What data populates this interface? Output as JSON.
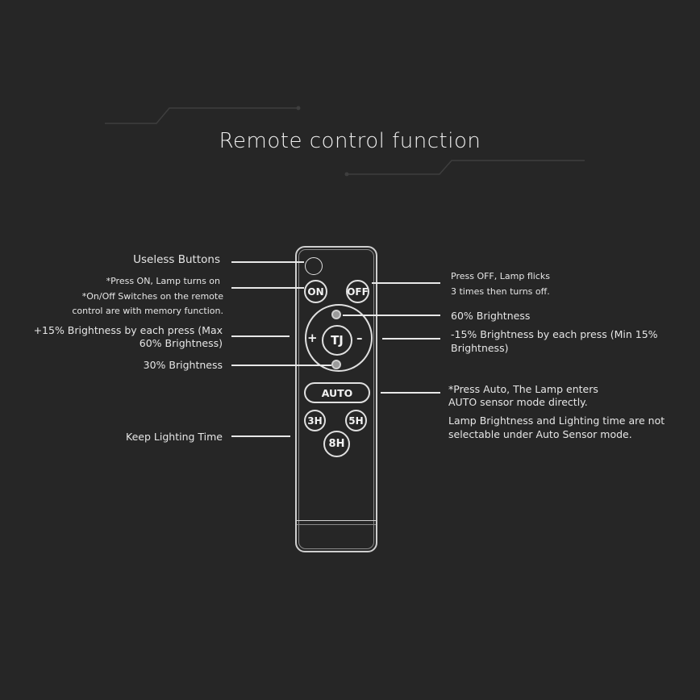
{
  "title": "Remote control function",
  "remote": {
    "buttons": {
      "useless": "",
      "on": "ON",
      "off": "OFF",
      "center": "TJ",
      "plus": "+",
      "minus": "–",
      "auto": "AUTO",
      "h3": "3H",
      "h5": "5H",
      "h8": "8H"
    }
  },
  "labels_left": {
    "useless": "Useless Buttons",
    "on_1": "*Press ON, Lamp turns on",
    "on_2": "*On/Off Switches on the remote",
    "on_3": "control are with memory function.",
    "plus_1": "+15% Brightness by each press (Max",
    "plus_2": "60% Brightness)",
    "bright30": "30% Brightness",
    "keep_time": "Keep Lighting Time"
  },
  "labels_right": {
    "off_1": "Press OFF, Lamp flicks",
    "off_2": "3 times then turns off.",
    "bright60": "60% Brightness",
    "minus_1": "-15% Brightness by each press (Min 15%",
    "minus_2": "Brightness)",
    "auto_1": "*Press Auto, The Lamp enters",
    "auto_2": "AUTO sensor mode directly.",
    "auto_3": "Lamp Brightness and Lighting time are not",
    "auto_4": "selectable under Auto Sensor mode."
  },
  "colors": {
    "background": "#262626",
    "text": "#eaeaea",
    "lines": "#e8e8e8"
  }
}
